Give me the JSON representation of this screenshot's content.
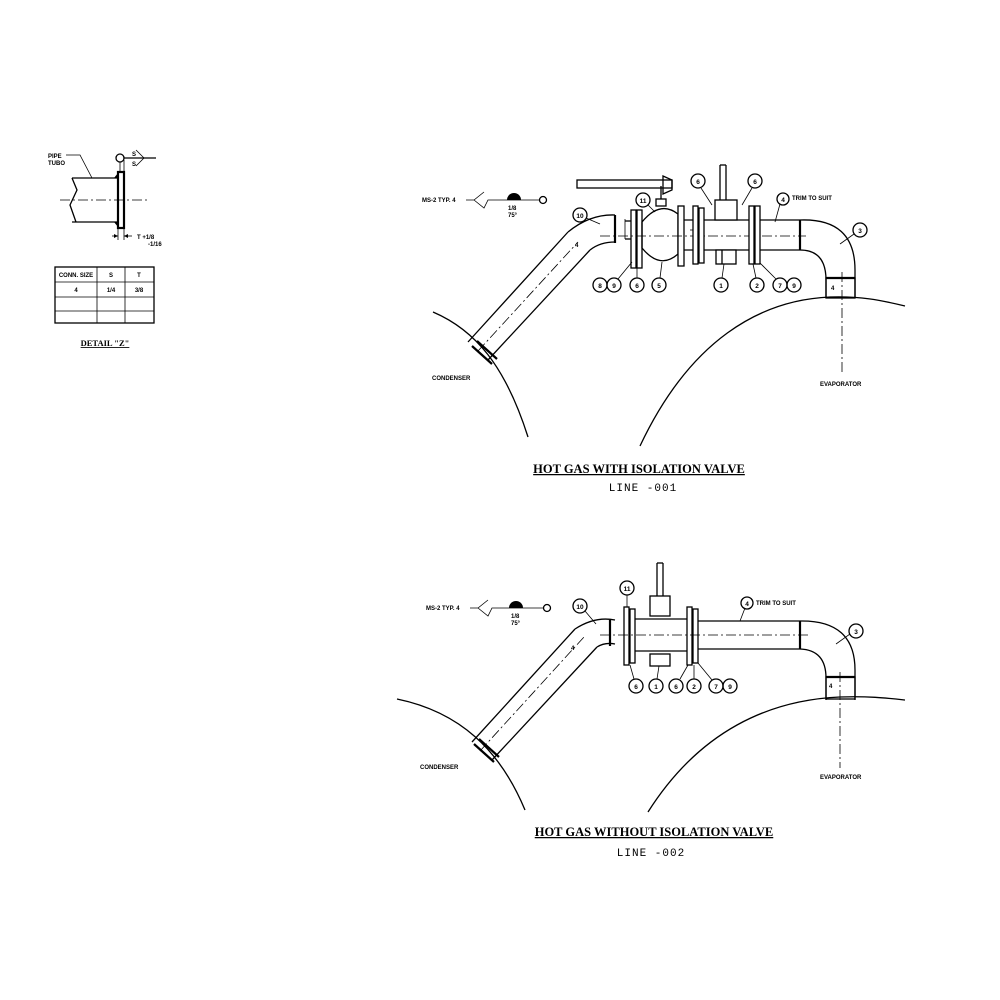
{
  "detail": {
    "pipe_label": "PIPE",
    "tubo_label": "TUBO",
    "s_label": "S",
    "t_tolerance": "T +1/8",
    "t_tolerance_minus": "-1/16",
    "table_headers": [
      "CONN. SIZE",
      "S",
      "T"
    ],
    "table_rows": [
      [
        "4",
        "1/4",
        "3/8"
      ],
      [
        "",
        "",
        ""
      ],
      [
        "",
        "",
        ""
      ]
    ],
    "title": "DETAIL \"Z\""
  },
  "diagram1": {
    "title": "HOT GAS WITH ISOLATION VALVE",
    "subtitle": "LINE -001",
    "ms2_label": "MS-2 TYP. 4",
    "weld_top": "1/8",
    "weld_bottom": "75°",
    "condenser": "CONDENSER",
    "evaporator": "EVAPORATOR",
    "trim_label": "TRIM TO SUIT",
    "pipe_size": "4",
    "callouts": [
      "11",
      "6",
      "6",
      "10",
      "4",
      "3",
      "8",
      "9",
      "6",
      "5",
      "1",
      "2",
      "7",
      "9"
    ]
  },
  "diagram2": {
    "title": "HOT GAS WITHOUT ISOLATION VALVE",
    "subtitle": "LINE -002",
    "ms2_label": "MS-2 TYP. 4",
    "weld_top": "1/8",
    "weld_bottom": "75°",
    "condenser": "CONDENSER",
    "evaporator": "EVAPORATOR",
    "trim_label": "TRIM TO SUIT",
    "pipe_size": "4",
    "callouts": [
      "11",
      "10",
      "4",
      "3",
      "6",
      "1",
      "6",
      "2",
      "7",
      "9"
    ]
  }
}
